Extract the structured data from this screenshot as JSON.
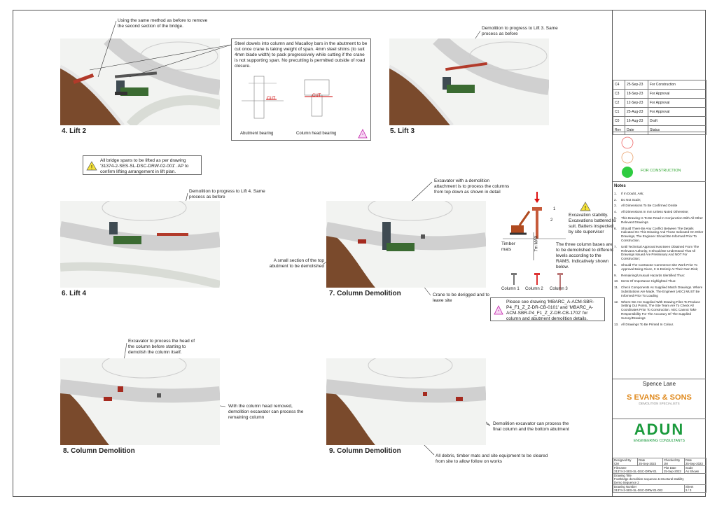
{
  "panels": {
    "p4": {
      "title": "4. Lift 2",
      "callout": "Using the same method as before to remove the second section of the bridge."
    },
    "p5": {
      "title": "5. Lift 3",
      "callout": "Demolition to progress to Lift 3. Same process as before"
    },
    "p6": {
      "title": "6. Lift 4",
      "callout": "Demolition to progress to Lift 4. Same process as before"
    },
    "p7": {
      "title": "7. Column Demolition",
      "callout_excavator": "Excavator with a demolition attachment is to process the columns from top down as shown in detail",
      "callout_abutment": "A small section of the top abutment to be demolished",
      "callout_crane": "Crane to be derigged and to leave site"
    },
    "p8": {
      "title": "8. Column Demolition",
      "callout_head": "Excavator to process the head of the column before starting to demolish the column itself.",
      "callout_removed": "With the column head removed, demolition excavator can process the remaining column"
    },
    "p9": {
      "title": "9. Column Demolition",
      "callout_final": "Demolition excavator can process the final column and the bottom abutment",
      "callout_debris": "All debris, timber mats and site equipment to be cleared from site to allow follow on works"
    }
  },
  "bearing_detail": {
    "text": "Steel dowels into column and Macalloy bars in the abutment to be cut once crane is taking weight of span. 4mm steel shims (to suit 4mm blade width) to pack progressively while cutting if the crane is not supporting span. No precutting is permitted outside of road closure.",
    "cut_label": "CUT",
    "abutment_label": "Abutment bearing",
    "column_label": "Column head bearing"
  },
  "lifting_note": "All bridge spans to be lifted as per drawing '31374-2-SES-SL-DSC-DRW-02-001'. AP to confirm lifting arrangement in lift plan.",
  "column_detail": {
    "stability": "Excavation stability. Excavations battered to suit. Batters inspected by site supervisor",
    "timber": "Timber mats",
    "bases": "The three column bases are to be demolished to different levels according to the RAMS. Indicatively shown below.",
    "max": "7m MAX",
    "num1": "1",
    "num2": "2",
    "columns": [
      "Column 1",
      "Column 2",
      "Column 3"
    ],
    "see_drawing": "Please see drawing 'MBARC_A-ACM-SBR-P4_F1_Z_Z-DR-CB-0101' and 'MBARC_A-ACM-SBR-P4_F1_Z_Z-DR-CB-1702' for column and abutment demolition details."
  },
  "title_block": {
    "revisions": [
      {
        "rev": "C4",
        "date": "25-Sep-23",
        "status": "For Construction"
      },
      {
        "rev": "C3",
        "date": "18-Sep-23",
        "status": "For Approval"
      },
      {
        "rev": "C2",
        "date": "12-Sep-23",
        "status": "For Approval"
      },
      {
        "rev": "C1",
        "date": "25-Aug-23",
        "status": "For Approval"
      },
      {
        "rev": "C0",
        "date": "16-Aug-23",
        "status": "Draft"
      }
    ],
    "rev_header": {
      "rev": "Rev",
      "date": "Date",
      "status": "Status"
    },
    "traffic_label": "FOR CONSTRUCTION",
    "notes_heading": "Notes",
    "notes": [
      "If In Doubt, Ask;",
      "Do Not Scale;",
      "All Dimensions To Be Confirmed Onsite",
      "All Dimensions In mm Unless Noted Otherwise;",
      "This Drawing Is To Be Read In Conjunction With All Other Relevant Drawings.",
      "Should There Be Any Conflict Between The Details Indicated On This Drawing And Those Indicated On Other Drawings, The Engineer Should Be Informed Prior To Construction.",
      "Until Technical Approval Has Been Obtained From The Relevant Authority, It Should Be Understood That All Drawings Issued Are Preliminary And NOT For Construction;",
      "Should The Contractor Commence Site Work Prior To Approval Being Given, It Is Entirely At Their Own Risk;",
      "Remaining/Unusual Hazards Identified Thus:",
      "Items Of Importance Highlighted Thus:",
      "Check Components As Supplied Match Drawings. Where Substitutions Are Made, The Engineer (AEC) MUST Be Informed Prior To Loading",
      "Where We Are Supplied With Drawing Files To Produce Setting Out Points, The Site Team Are To Check All Coordinates Prior To Construction. AEC Cannot Take Responsibility For The Accuracy Of The Supplied Survey/Drawings",
      "All Drawings To Be Printed In Colour."
    ],
    "project": "Spence Lane",
    "client_logo": "S EVANS & SONS",
    "client_sub": "DEMOLITION SPECIALISTS",
    "engineer_logo": "ADUN",
    "engineer_sub": "ENGINEERING CONSULTANTS",
    "designed_by_label": "Designed By",
    "designed_by": "CM",
    "date1_label": "Date",
    "date1": "25-Sep-2023",
    "checked_label": "Checked By",
    "checked": "JM",
    "date2_label": "Date",
    "date2": "25-Sep-2023",
    "filename_label": "Filename",
    "filename": "31374-2-SES-SL-DSC-DRW-01",
    "plot_label": "Plot Date",
    "plot": "25-Sep-2023",
    "scale_label": "Scale",
    "scale": "As Shown",
    "title_label": "Drawing Title",
    "title1": "Footbridge demolition sequence & structural stability",
    "title2": "Demo Sequence 2",
    "number_label": "Drawing Number",
    "number": "31374-2-SES-SL-DSC-DRW-01-002",
    "sheet_label": "Sheet",
    "sheet": "2 / 3"
  }
}
